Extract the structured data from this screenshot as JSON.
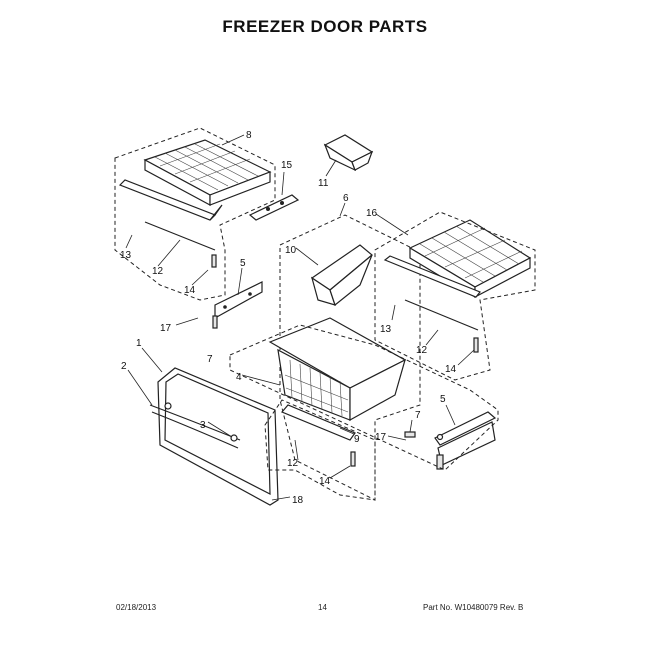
{
  "title": "FREEZER DOOR PARTS",
  "callouts": {
    "c1": "1",
    "c2": "2",
    "c3": "3",
    "c4": "4",
    "c5a": "5",
    "c5b": "5",
    "c6": "6",
    "c7a": "7",
    "c7b": "7",
    "c8": "8",
    "c9": "9",
    "c10": "10",
    "c11": "11",
    "c12a": "12",
    "c12b": "12",
    "c12c": "12",
    "c13a": "13",
    "c13b": "13",
    "c14a": "14",
    "c14b": "14",
    "c14c": "14",
    "c15": "15",
    "c16": "16",
    "c17a": "17",
    "c17b": "17",
    "c18": "18"
  },
  "footer": {
    "date": "02/18/2013",
    "page": "14",
    "part_no": "Part No. W10480079  Rev. B"
  }
}
